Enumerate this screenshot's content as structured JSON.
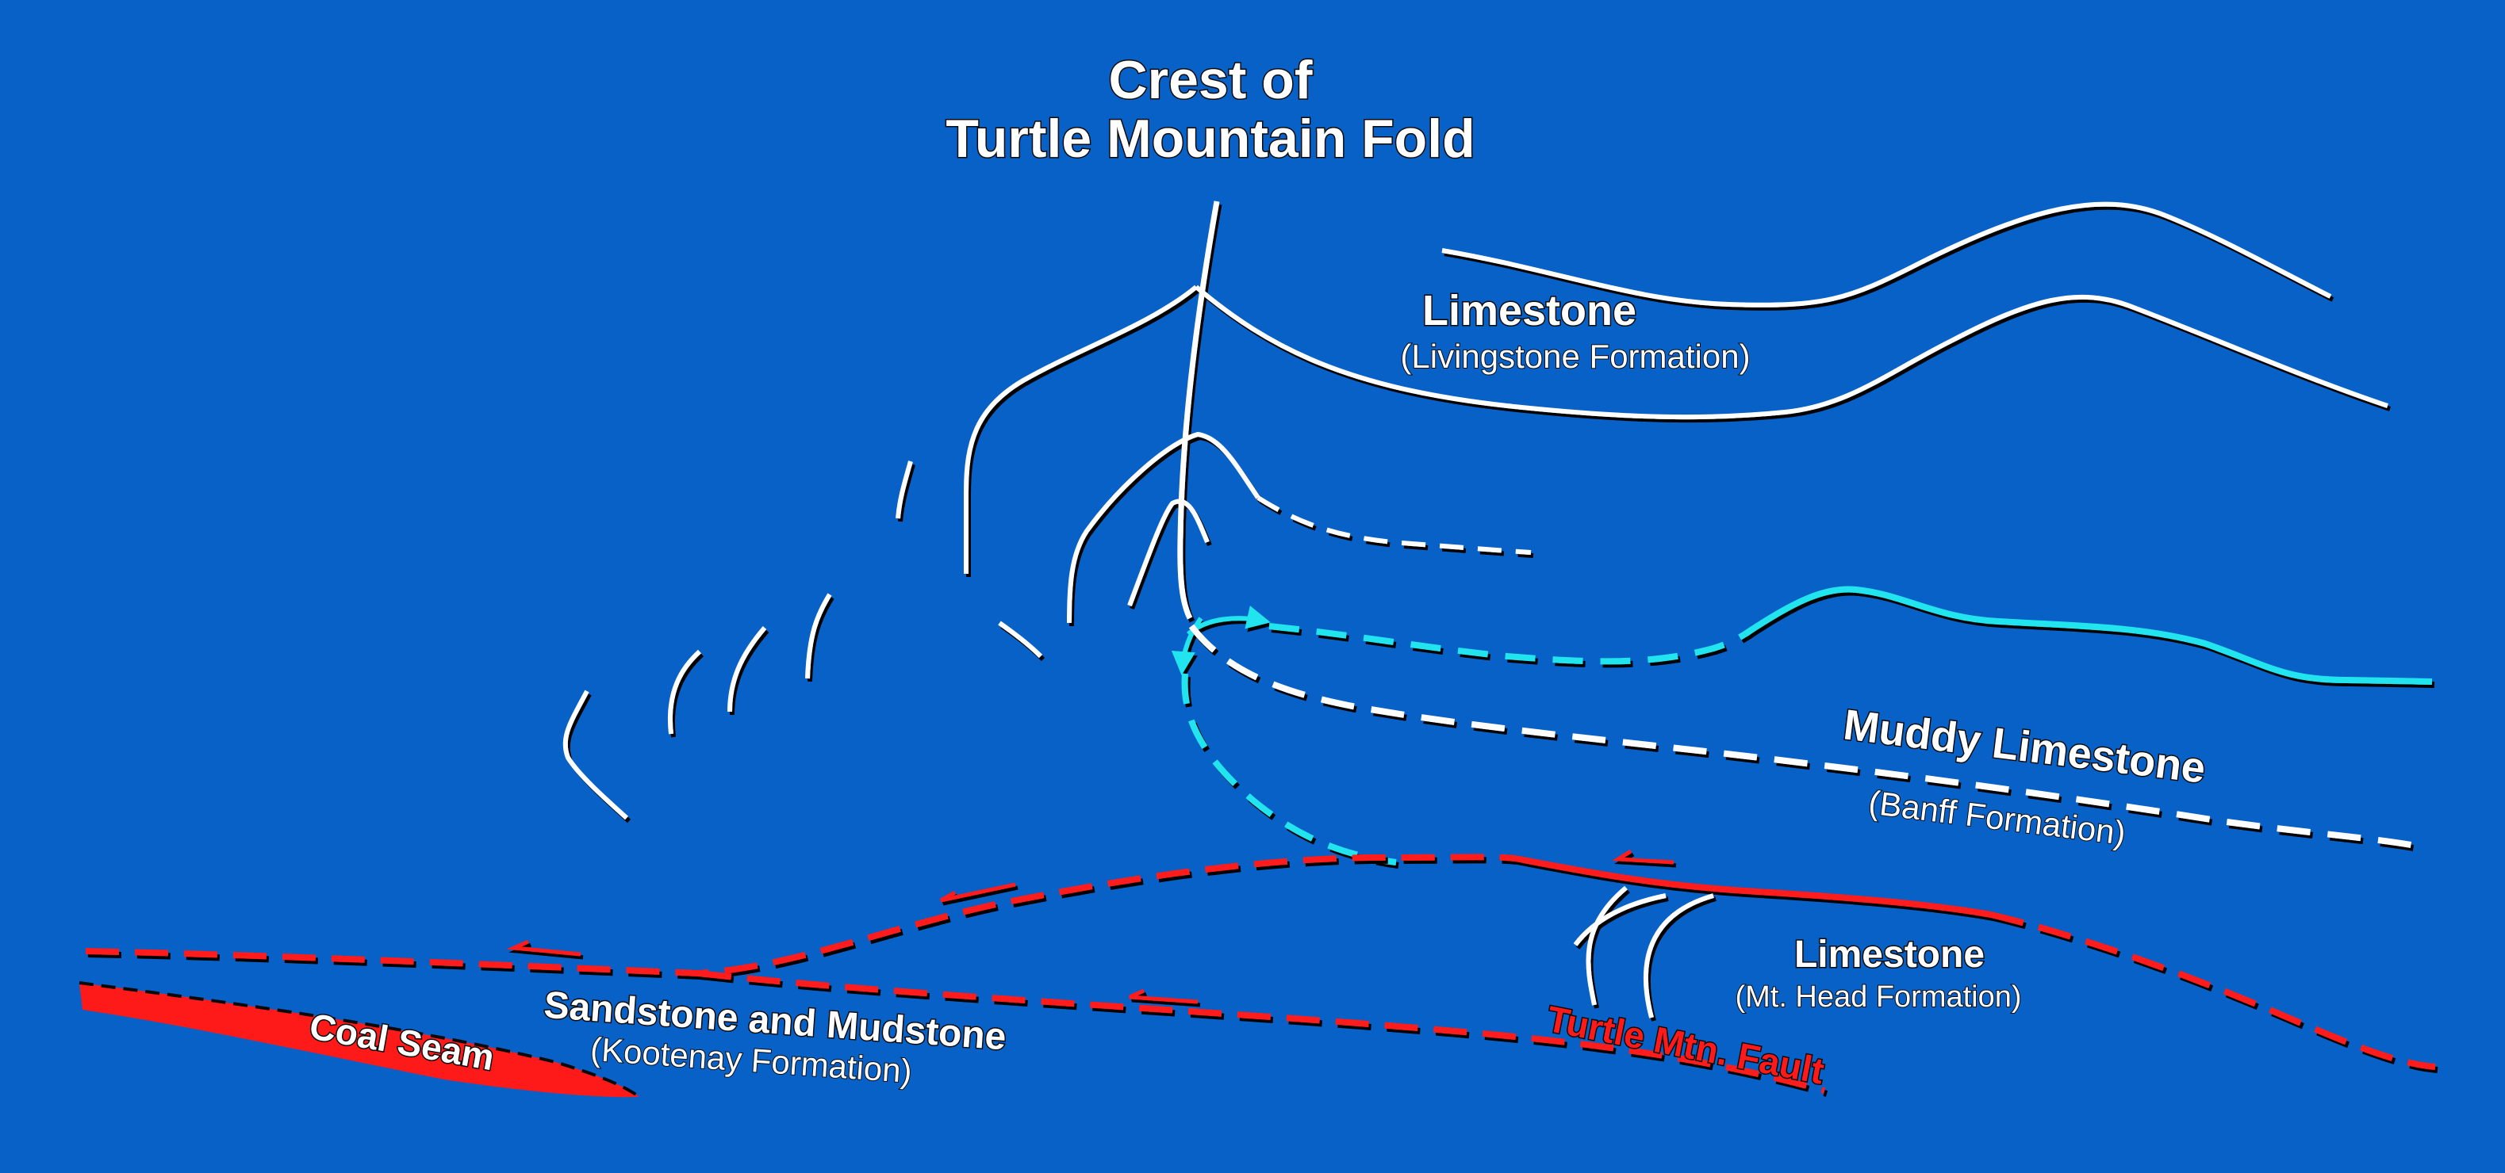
{
  "title": {
    "line1": "Crest of",
    "line2": "Turtle Mountain Fold"
  },
  "labels": {
    "limestone_livingstone": "Limestone",
    "livingstone_formation": "(Livingstone Formation)",
    "muddy_limestone": "Muddy Limestone",
    "banff_formation": "(Banff Formation)",
    "limestone_mt_head": "Limestone",
    "mt_head_formation": "(Mt. Head Formation)",
    "sandstone_mudstone": "Sandstone and Mudstone",
    "kootenay_formation": "(Kootenay Formation)",
    "coal_seam": "Coal Seam",
    "turtle_mtn_fault": "Turtle Mtn. Fault"
  },
  "colors": {
    "background": "#0761c6",
    "strata_lines": "#ffffff",
    "fault": "#ff1a1a",
    "banff_top_contact": "#22e4ee",
    "shadow": "#0a0a0a"
  }
}
